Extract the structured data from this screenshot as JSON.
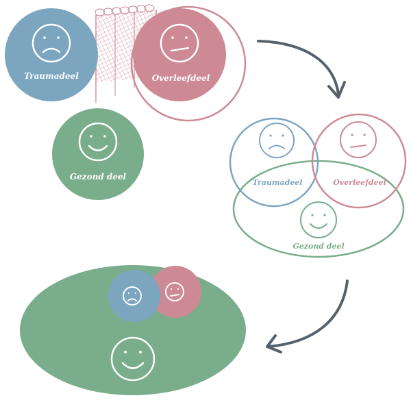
{
  "colors": {
    "blue": "#7ca5bf",
    "pink": "#cd8a95",
    "green": "#79ad8b",
    "arrow": "#56616c",
    "fence": "#c98a95",
    "white": "#ffffff"
  },
  "stage1": {
    "trauma_label": "Traumadeel",
    "survival_label": "Overleefdeel",
    "healthy_label": "Gezond deel",
    "trauma_face": "sad-face-icon",
    "survival_face": "neutral-face-icon",
    "healthy_face": "happy-face-icon",
    "fence_icon": "barbed-wire-fence-icon"
  },
  "stage2": {
    "trauma_label": "Traumadeel",
    "survival_label": "Overleefdeel",
    "healthy_label": "Gezond deel"
  },
  "stage3": {
    "faces": [
      "sad-face-icon",
      "neutral-face-icon",
      "happy-face-icon"
    ]
  },
  "arrows": [
    "curved-arrow-down-icon",
    "curved-arrow-left-icon"
  ]
}
